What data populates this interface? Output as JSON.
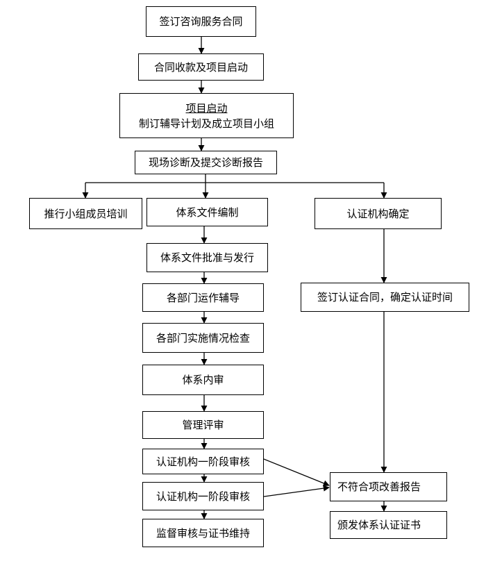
{
  "steps": {
    "sign_contract": "签订咨询服务合同",
    "payment_start": "合同收款及项目启动",
    "kickoff_title": "项目启动",
    "kickoff_detail": "制订辅导计划及成立项目小组",
    "diagnosis": "现场诊断及提交诊断报告",
    "training": "推行小组成员培训",
    "doc_prep": "体系文件编制",
    "cert_body_select": "认证机构确定",
    "doc_approval": "体系文件批准与发行",
    "dept_coaching": "各部门运作辅导",
    "cert_contract": "签订认证合同，确定认证时间",
    "dept_check": "各部门实施情况检查",
    "internal_audit": "体系内审",
    "mgmt_review": "管理评审",
    "stage1_audit_a": "认证机构一阶段审核",
    "stage1_audit_b": "认证机构一阶段审核",
    "nonconformity_report": "不符合项改善报告",
    "surveillance": "监督审核与证书维持",
    "issue_cert": "颁发体系认证证书"
  },
  "colors": {
    "line": "#000000",
    "box_border": "#000000",
    "background": "#ffffff"
  }
}
